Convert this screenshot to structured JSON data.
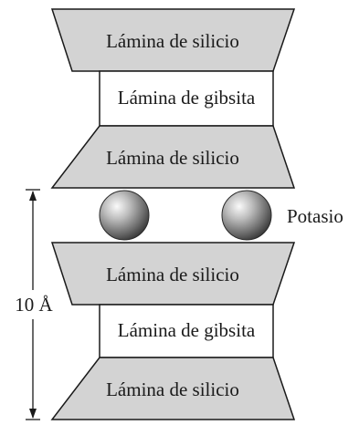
{
  "layers": [
    {
      "label": "Lámina de silicio"
    },
    {
      "label": "Lámina de gibsita"
    },
    {
      "label": "Lámina de silicio"
    },
    {
      "label": "Lámina de silicio"
    },
    {
      "label": "Lámina de gibsita"
    },
    {
      "label": "Lámina de silicio"
    }
  ],
  "ion_label": "Potasio",
  "dimension_label": "10 Å",
  "colors": {
    "silica_fill": "#d3d3d3",
    "gibbsite_fill": "#ffffff",
    "outline": "#1a1a1a",
    "ion_highlight": "#f2f2f2",
    "ion_shadow": "#3a3a3a"
  }
}
